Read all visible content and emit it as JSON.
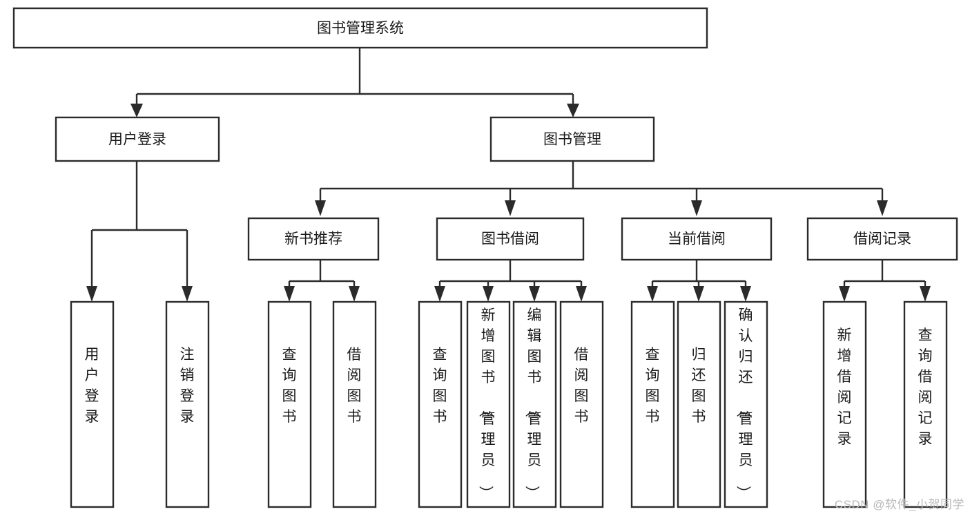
{
  "diagram": {
    "type": "tree-hierarchy",
    "title": "图书管理系统",
    "orientation": "top-down",
    "colors": {
      "stroke": "#2b2b2b",
      "fill": "#ffffff",
      "text": "#1b1b1b",
      "watermark": "#b9b9b9"
    },
    "levels": [
      {
        "level": 0,
        "nodes": [
          {
            "id": "root",
            "label": "图书管理系统",
            "orient": "horizontal"
          }
        ]
      },
      {
        "level": 1,
        "nodes": [
          {
            "id": "user-login",
            "label": "用户登录",
            "orient": "horizontal",
            "parent": "root"
          },
          {
            "id": "book-manage",
            "label": "图书管理",
            "orient": "horizontal",
            "parent": "root"
          }
        ]
      },
      {
        "level": 2,
        "nodes": [
          {
            "id": "new-book-rec",
            "label": "新书推荐",
            "orient": "horizontal",
            "parent": "book-manage"
          },
          {
            "id": "book-borrow",
            "label": "图书借阅",
            "orient": "horizontal",
            "parent": "book-manage"
          },
          {
            "id": "current-borrow",
            "label": "当前借阅",
            "orient": "horizontal",
            "parent": "book-manage"
          },
          {
            "id": "borrow-record",
            "label": "借阅记录",
            "orient": "horizontal",
            "parent": "book-manage"
          }
        ]
      },
      {
        "level": 3,
        "nodes": [
          {
            "id": "leaf-user-login",
            "label": "用户登录",
            "orient": "vertical",
            "parent": "user-login"
          },
          {
            "id": "leaf-logout",
            "label": "注销登录",
            "orient": "vertical",
            "parent": "user-login"
          },
          {
            "id": "leaf-query-book-1",
            "label": "查询图书",
            "orient": "vertical",
            "parent": "new-book-rec"
          },
          {
            "id": "leaf-borrow-book-1",
            "label": "借阅图书",
            "orient": "vertical",
            "parent": "new-book-rec"
          },
          {
            "id": "leaf-query-book-2",
            "label": "查询图书",
            "orient": "vertical",
            "parent": "book-borrow"
          },
          {
            "id": "leaf-add-book",
            "label": "新增图书（管理员）",
            "orient": "vertical",
            "parent": "book-borrow"
          },
          {
            "id": "leaf-edit-book",
            "label": "编辑图书（管理员）",
            "orient": "vertical",
            "parent": "book-borrow"
          },
          {
            "id": "leaf-borrow-book-2",
            "label": "借阅图书",
            "orient": "vertical",
            "parent": "book-borrow"
          },
          {
            "id": "leaf-query-book-3",
            "label": "查询图书",
            "orient": "vertical",
            "parent": "current-borrow"
          },
          {
            "id": "leaf-return-book",
            "label": "归还图书",
            "orient": "vertical",
            "parent": "current-borrow"
          },
          {
            "id": "leaf-confirm-return",
            "label": "确认归还（管理员）",
            "orient": "vertical",
            "parent": "current-borrow"
          },
          {
            "id": "leaf-add-record",
            "label": "新增借阅记录",
            "orient": "vertical",
            "parent": "borrow-record"
          },
          {
            "id": "leaf-query-record",
            "label": "查询借阅记录",
            "orient": "vertical",
            "parent": "borrow-record"
          }
        ]
      }
    ]
  },
  "watermark": {
    "text": "CSDN @软件_小贺同学"
  }
}
